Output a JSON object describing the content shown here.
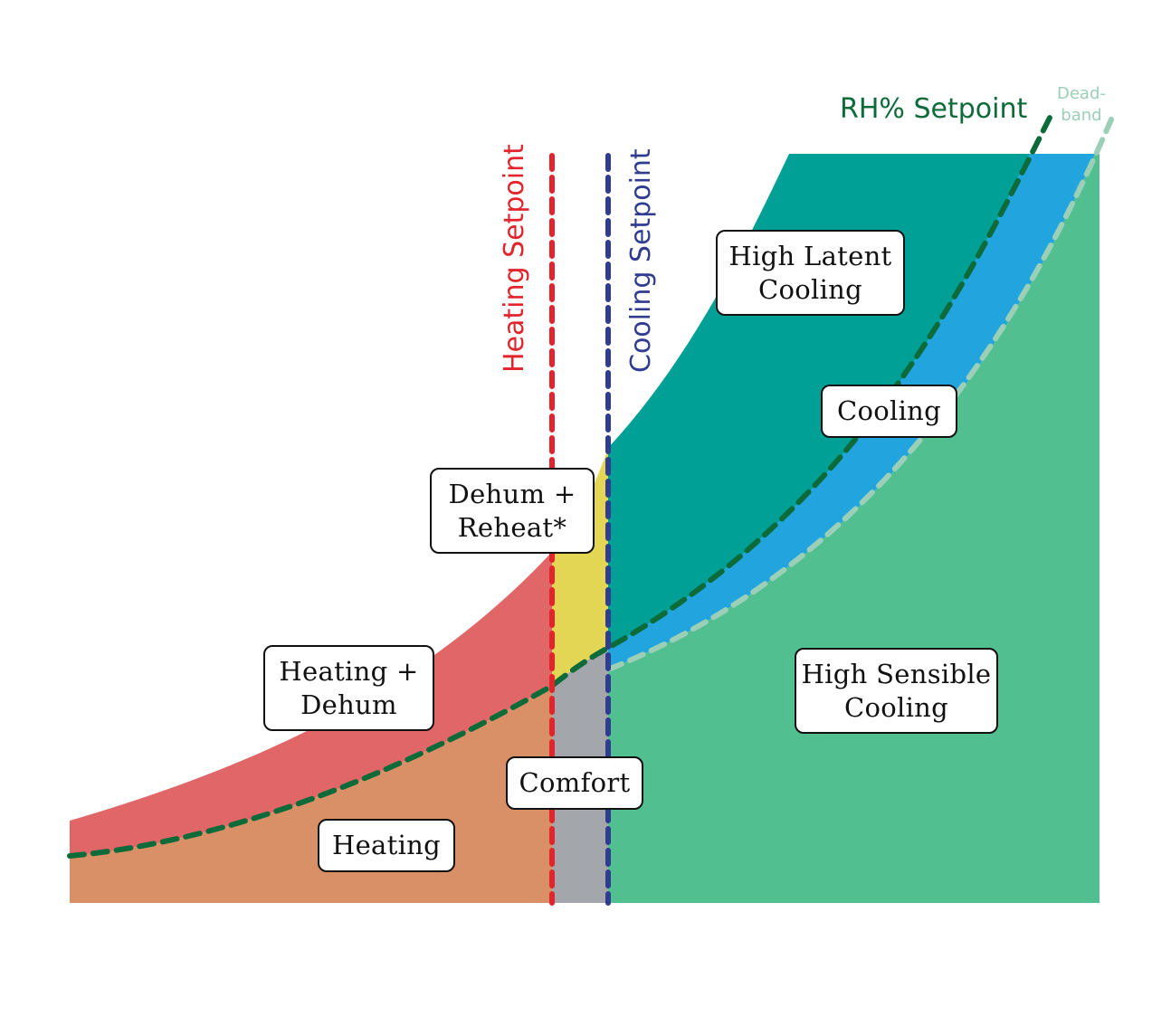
{
  "colors": {
    "heating": "#DA9066",
    "heating_dehum": "#E16668",
    "dehum_reheat": "#E3D654",
    "comfort": "#A3A6AA",
    "high_latent_cooling": "#00A097",
    "cooling": "#22A5DE",
    "high_sensible_cooling": "#51BF8F",
    "heating_setpoint": "#E2242C",
    "cooling_setpoint": "#303C8F",
    "rh_setpoint": "#0D6B3A",
    "deadband": "#9CCFB8"
  },
  "setpoints": {
    "heating": "Heating Setpoint",
    "cooling": "Cooling Setpoint",
    "rh": "RH% Setpoint",
    "deadband": "Dead-\nband"
  },
  "zones": {
    "high_latent_cooling": "High Latent\nCooling",
    "cooling": "Cooling",
    "dehum_reheat": "Dehum +\nReheat*",
    "heating_dehum": "Heating +\nDehum",
    "high_sensible_cooling": "High Sensible\nCooling",
    "comfort": "Comfort",
    "heating": "Heating"
  }
}
